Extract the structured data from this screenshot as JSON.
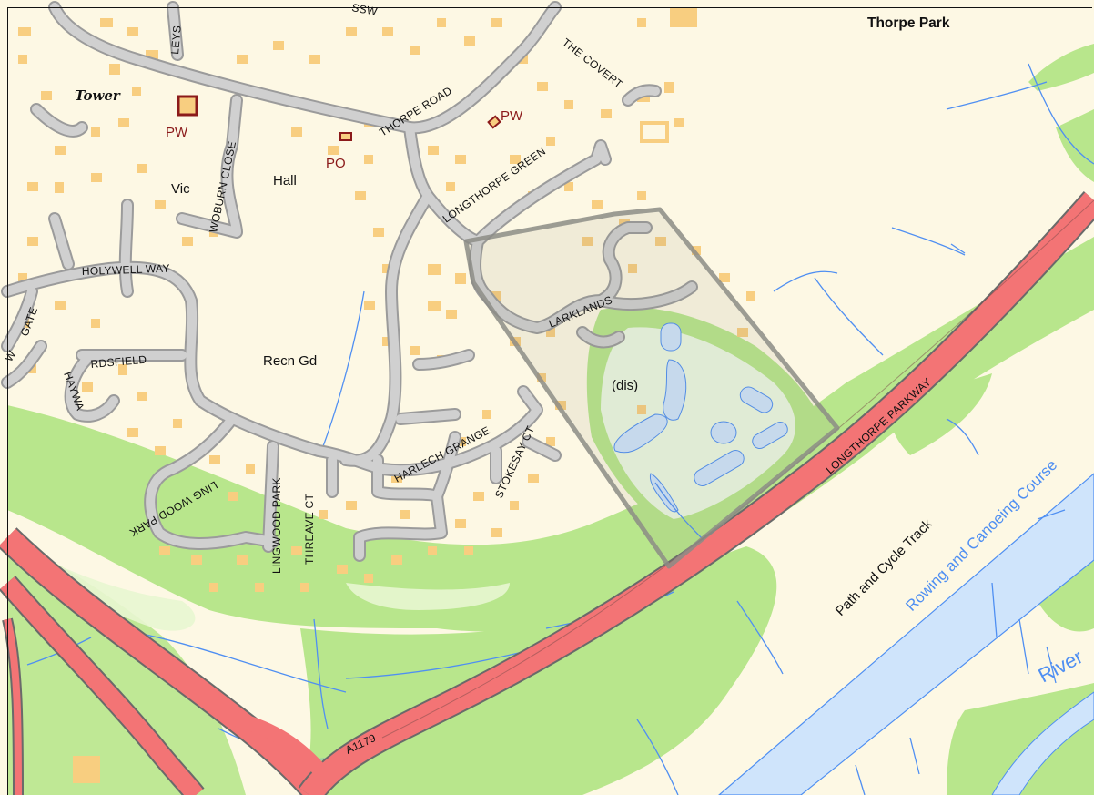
{
  "map": {
    "places": {
      "thorpe_park": "Thorpe Park",
      "tower": "Tower",
      "vic": "Vic",
      "hall": "Hall",
      "recn_gd": "Recn Gd",
      "dis": "(dis)"
    },
    "pois": {
      "pw_left": "PW",
      "pw_right": "PW",
      "po": "PO"
    },
    "roads": {
      "leys": "LEYS",
      "thorpe_road": "THORPE ROAD",
      "the_covert": "THE COVERT",
      "longthorpe_green": "LONGTHORPE GREEN",
      "woburn_close": "WOBURN CLOSE",
      "holywell_way": "HOLYWELL WAY",
      "gate": "GATE",
      "w_fragment": "W",
      "rdsfield": "RDSFIELD",
      "haywa": "HAYWA",
      "larklands": "LARKLANDS",
      "harlech_grange": "HARLECH GRANGE",
      "stokesay_ct": "STOKESAY CT",
      "lingwood_park_1": "LING WOOD PARK",
      "lingwood_park_2": "LINGWOOD PARK",
      "threave_ct": "THREAVE CT",
      "longthorpe_parkway": "LONGTHORPE PARKWAY",
      "a1179": "A1179",
      "top_fragment": "SSW"
    },
    "features": {
      "path_cycle": "Path and Cycle Track",
      "rowing": "Rowing and Canoeing Course",
      "river": "River"
    },
    "colors": {
      "background": "#fdf8e4",
      "building": "#f8ce80",
      "green": "#b8e68c",
      "water": "#cfe4fb",
      "water_line": "#4f8ff2",
      "a_road": "#f37475",
      "minor_road": "#d0d0d0",
      "pw_marker": "#8b1a1a",
      "boundary": "#8c8c86"
    }
  }
}
